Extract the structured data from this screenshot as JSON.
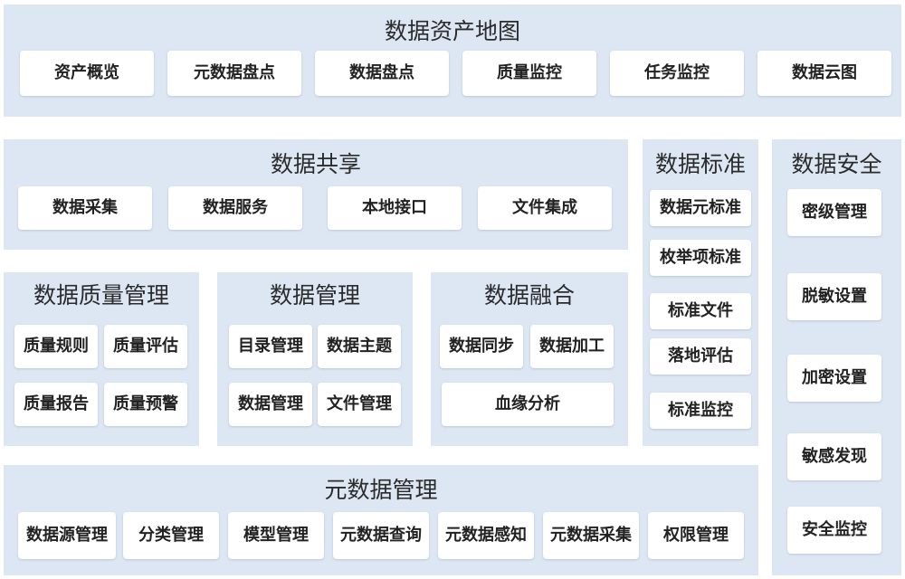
{
  "asset_map": {
    "title": "数据资产地图",
    "items": [
      "资产概览",
      "元数据盘点",
      "数据盘点",
      "质量监控",
      "任务监控",
      "数据云图"
    ]
  },
  "sharing": {
    "title": "数据共享",
    "items": [
      "数据采集",
      "数据服务",
      "本地接口",
      "文件集成"
    ]
  },
  "standards": {
    "title": "数据标准",
    "items": [
      "数据元标准",
      "枚举项标准",
      "标准文件",
      "落地评估",
      "标准监控"
    ]
  },
  "security": {
    "title": "数据安全",
    "items": [
      "密级管理",
      "脱敏设置",
      "加密设置",
      "敏感发现",
      "安全监控"
    ]
  },
  "quality": {
    "title": "数据质量管理",
    "items": [
      "质量规则",
      "质量评估",
      "质量报告",
      "质量预警"
    ]
  },
  "management": {
    "title": "数据管理",
    "items": [
      "目录管理",
      "数据主题",
      "数据管理",
      "文件管理"
    ]
  },
  "fusion": {
    "title": "数据融合",
    "items": [
      "数据同步",
      "数据加工",
      "血缘分析"
    ]
  },
  "metadata": {
    "title": "元数据管理",
    "items": [
      "数据源管理",
      "分类管理",
      "模型管理",
      "元数据查询",
      "元数据感知",
      "元数据采集",
      "权限管理"
    ]
  }
}
